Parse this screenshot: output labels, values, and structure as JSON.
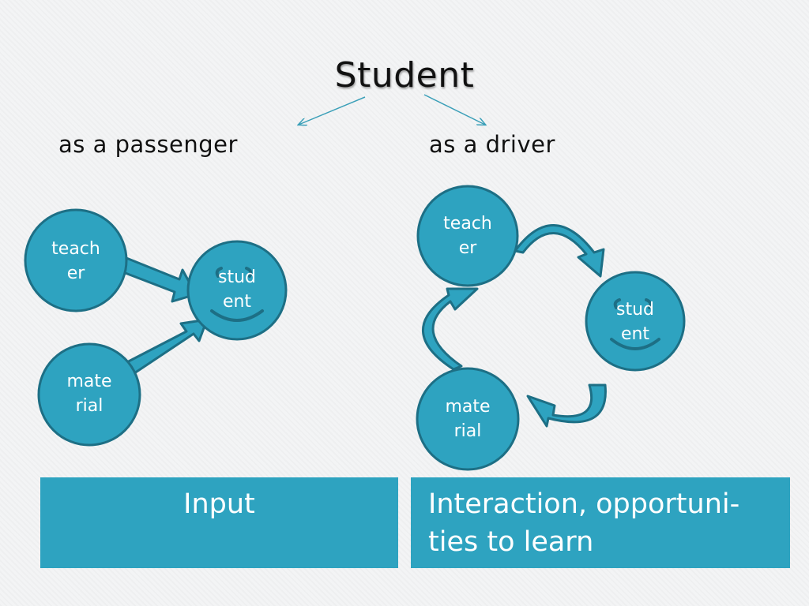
{
  "title": "Student",
  "subtitles": {
    "left": "as a passenger",
    "right": "as a driver"
  },
  "passenger": {
    "teacher": {
      "line1": "teach",
      "line2": "er"
    },
    "student": {
      "line1": "stud",
      "line2": "ent"
    },
    "material": {
      "line1": "mate",
      "line2": "rial"
    }
  },
  "driver": {
    "teacher": {
      "line1": "teach",
      "line2": "er"
    },
    "student": {
      "line1": "stud",
      "line2": "ent"
    },
    "material": {
      "line1": "mate",
      "line2": "rial"
    }
  },
  "boxes": {
    "left": "Input",
    "right_line1": "Interaction, opportuni-",
    "right_line2": "ties to learn"
  },
  "colors": {
    "node_fill": "#2ea3c0",
    "node_stroke": "#1d6f85",
    "arrow_fill": "#2ea3c0",
    "box_fill": "#2ea3c0",
    "pointer_line": "#3a9fb8"
  }
}
